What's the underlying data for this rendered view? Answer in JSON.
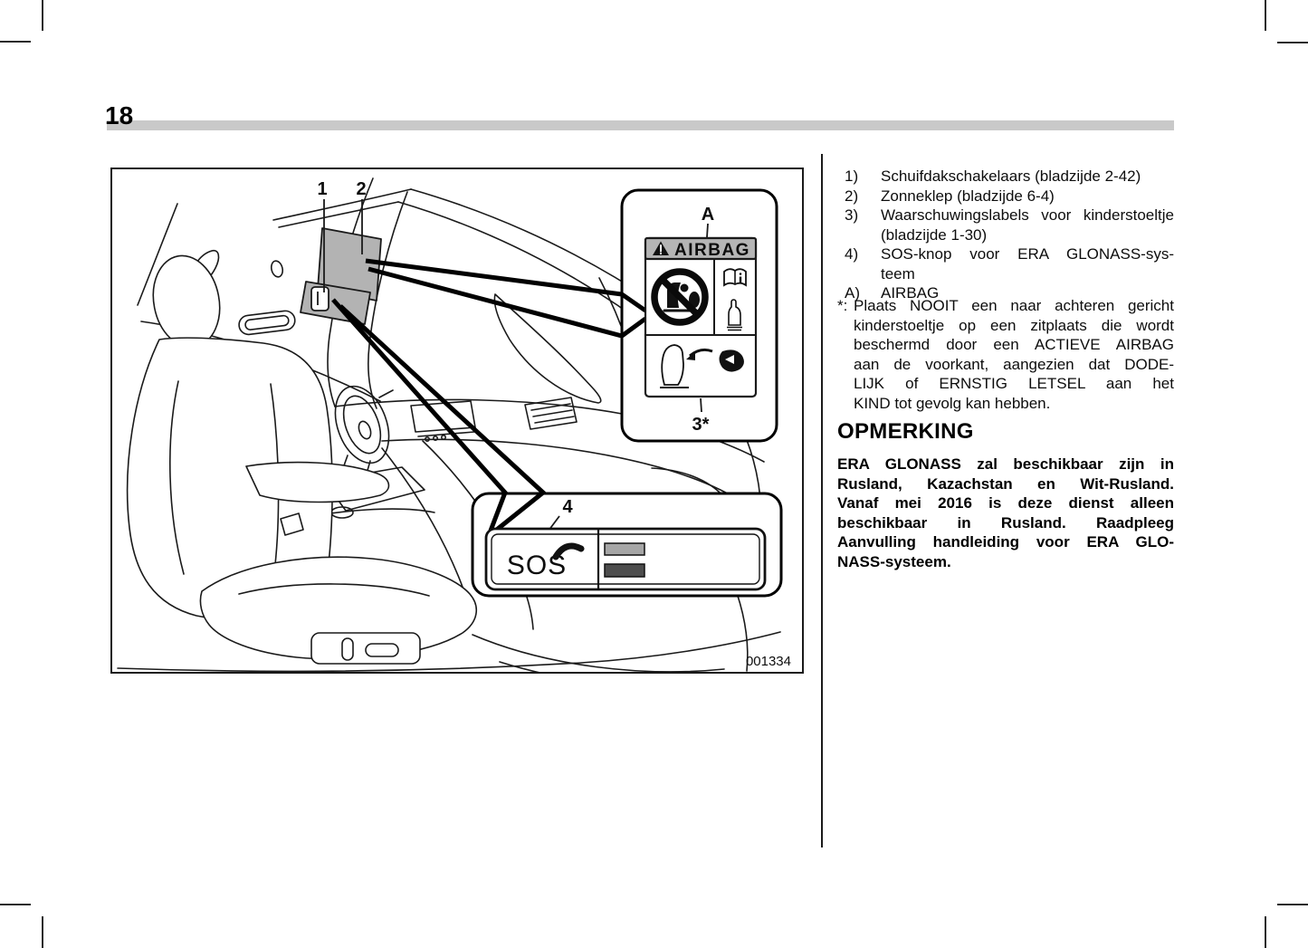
{
  "page": {
    "number": "18"
  },
  "figure": {
    "code": "001334",
    "callout_1": "1",
    "callout_2": "2",
    "callout_3": "3*",
    "callout_4": "4",
    "callout_a": "A",
    "airbag_label_title": "AIRBAG",
    "sos_label": "SOS"
  },
  "legend": {
    "items": [
      {
        "num": "1)",
        "lines": [
          "Schuifdakschakelaars (bladzijde 2-42)"
        ]
      },
      {
        "num": "2)",
        "lines": [
          "Zonneklep (bladzijde 6-4)"
        ]
      },
      {
        "num": "3)",
        "lines": [
          "Waarschuwingslabels voor kinderstoeltje",
          "(bladzijde 1-30)"
        ]
      },
      {
        "num": "4)",
        "lines": [
          "SOS-knop voor ERA GLONASS-sys-",
          "teem"
        ]
      },
      {
        "num": "A)",
        "lines": [
          "AIRBAG"
        ]
      }
    ]
  },
  "note": {
    "marker": "*:",
    "lines": [
      "Plaats NOOIT een naar achteren gericht",
      "kinderstoeltje op een zitplaats die wordt",
      "beschermd door een ACTIEVE AIRBAG",
      "aan de voorkant, aangezien dat DODE-",
      "LIJK of ERNSTIG LETSEL aan het",
      "KIND tot gevolg kan hebben."
    ]
  },
  "remark": {
    "heading": "OPMERKING",
    "lines": [
      "ERA GLONASS zal beschikbaar zijn in",
      "Rusland, Kazachstan en Wit-Rusland.",
      "Vanaf mei 2016 is deze dienst alleen",
      "beschikbaar in Rusland. Raadpleeg",
      "Aanvulling handleiding voor ERA GLO-",
      "NASS-systeem."
    ]
  },
  "colors": {
    "ink": "#1a1a1a",
    "visor_gray": "#b3b3b3",
    "label_header_gray": "#b5b5b5",
    "indicator_bar_light": "#a6a6a6",
    "indicator_bar_dark": "#4d4d4d",
    "page_rule_gray": "#c9c9c9"
  }
}
